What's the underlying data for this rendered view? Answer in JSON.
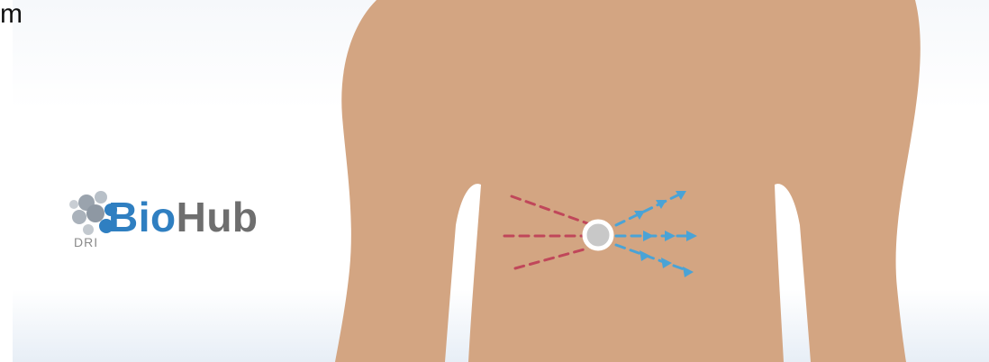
{
  "corner_text": "m",
  "logo": {
    "word_bio": "Bio",
    "word_hub": "Hub",
    "subtext": "DRI",
    "colors": {
      "bio": "#2f7fc1",
      "hub": "#6e6e6e"
    }
  },
  "illustration": {
    "skin_color": "#d3a582",
    "device_color": "#c8c8c8",
    "inflow_color": "#c0475a",
    "outflow_color": "#4aa3d6"
  }
}
